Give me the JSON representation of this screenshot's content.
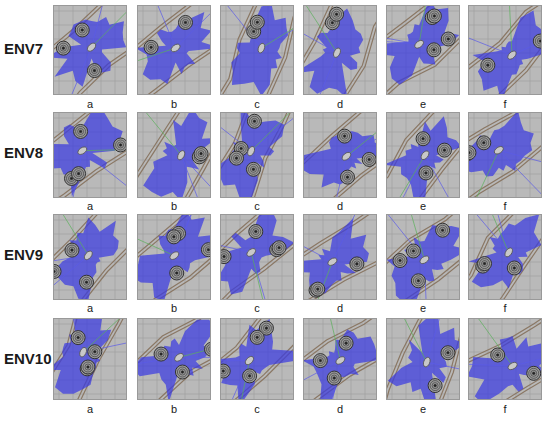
{
  "diagram": {
    "labels": [
      "ENV7",
      "a",
      "b",
      "c",
      "d",
      "e",
      "f",
      "ENV8",
      "a",
      "b",
      "c",
      "d",
      "e",
      "f",
      "ENV9",
      "a",
      "b",
      "c",
      "d",
      "e",
      "f",
      "ENV10",
      "a",
      "b",
      "c",
      "d",
      "e",
      "f"
    ]
  }
}
